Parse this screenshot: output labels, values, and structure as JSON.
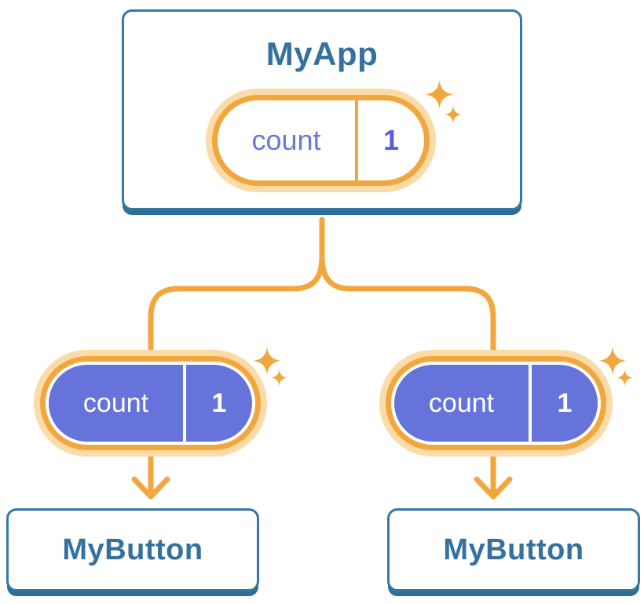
{
  "diagram": {
    "root": {
      "title": "MyApp",
      "state": {
        "name": "count",
        "value": "1"
      }
    },
    "children": [
      {
        "title": "MyButton",
        "prop": {
          "name": "count",
          "value": "1"
        }
      },
      {
        "title": "MyButton",
        "prop": {
          "name": "count",
          "value": "1"
        }
      }
    ],
    "icons": {
      "sparkle_icon": "✦"
    },
    "colors": {
      "orange": "#F2A73E",
      "orange_light": "#FBDCA8",
      "purple": "#6673DB",
      "purple_text": "#6B76DC",
      "purple_value": "#5361D6",
      "blue_border": "#3578A6",
      "blue_shadow": "#2E6E96",
      "blue_text": "#35719F",
      "background": "#FFFFFF"
    }
  }
}
